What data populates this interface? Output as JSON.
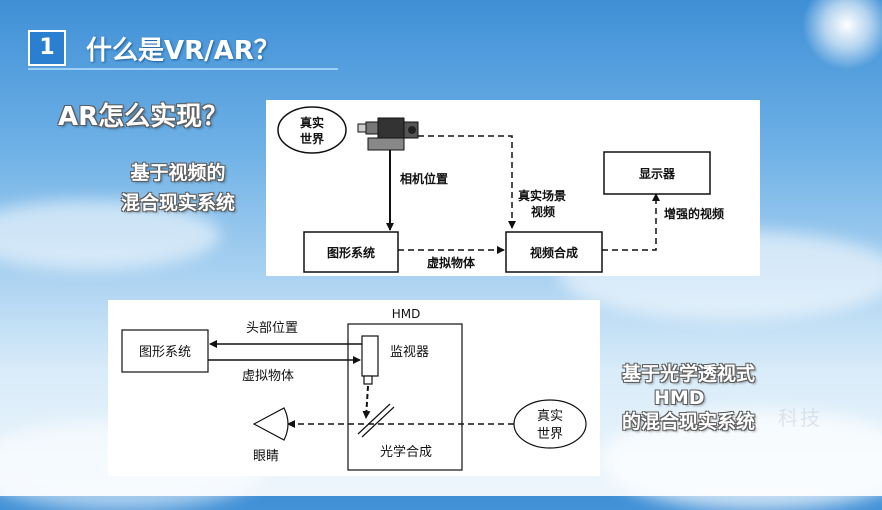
{
  "slide": {
    "number": "1",
    "title": "什么是VR/AR？",
    "question": "AR怎么实现？",
    "video_label_line1": "基于视频的",
    "video_label_line2": "混合现实系统",
    "optical_label_line1": "基于光学透视式",
    "optical_label_line2": "HMD",
    "optical_label_line3": "的混合现实系统",
    "watermark": "科技"
  },
  "video_diagram": {
    "real_world_line1": "真实",
    "real_world_line2": "世界",
    "camera_position": "相机位置",
    "graphics_system": "图形系统",
    "virtual_objects": "虚拟物体",
    "video_compositing": "视频合成",
    "real_scene_video_line1": "真实场景",
    "real_scene_video_line2": "视频",
    "display": "显示器",
    "enhanced_video": "增强的视频"
  },
  "optical_diagram": {
    "hmd": "HMD",
    "graphics_system": "图形系统",
    "head_position": "头部位置",
    "virtual_objects": "虚拟物体",
    "monitor": "监视器",
    "optical_combiner": "光学合成",
    "eye": "眼睛",
    "real_world_line1": "真实",
    "real_world_line2": "世界"
  },
  "colors": {
    "accent_blue": "#2b7fd0",
    "diagram_ink": "#111111"
  }
}
